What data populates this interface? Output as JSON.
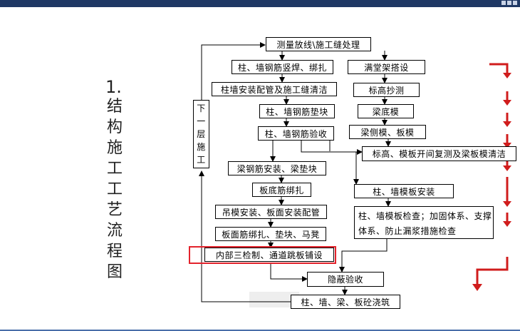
{
  "title": {
    "number": "1.",
    "text": "结构施工工艺流程图"
  },
  "side_node": "下一层施工",
  "nodes": {
    "n1": "测量放线\\施工缝处理",
    "n2": "柱、墙钢筋竖焊、绑扎",
    "n3": "满堂架搭设",
    "n4": "柱墙安装配管及施工缝清洁",
    "n5": "标高抄测",
    "n6": "柱、墙钢筋垫块",
    "n7": "梁底模",
    "n8": "柱、墙钢筋验收",
    "n9": "梁侧模、板模",
    "n10": "标高、模板开间复测及梁板模清洁",
    "n11": "梁钢筋安装、梁垫块",
    "n12": "板底筋绑扎",
    "n13": "柱、墙模板安装",
    "n14": "吊模安装、板面安装配管",
    "n15": "柱、墙模板检查；加固体系、支撑体系、防止漏浆措施检查",
    "n16": "板面筋绑扎、垫块、马凳",
    "n17": "内部三检制、通道跳板铺设",
    "n18": "隐蔽验收",
    "n19": "柱、墙、梁、板砼浇筑"
  },
  "colors": {
    "top_bar": "#1f3864",
    "highlight": "#e3232c",
    "arrow_red": "#d01c1c"
  }
}
